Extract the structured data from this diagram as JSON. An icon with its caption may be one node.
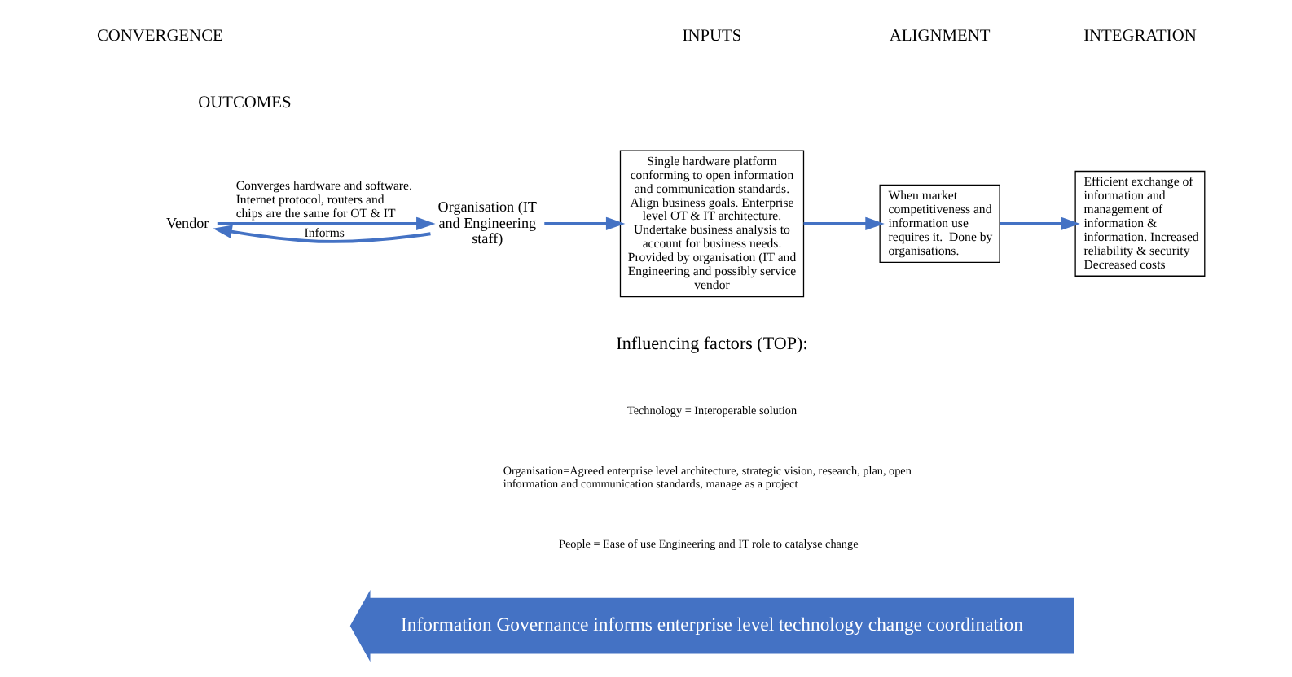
{
  "diagram": {
    "nodes": [
      {
        "text": [
          "Vendor"
        ]
      },
      {
        "text": [
          "Organisation (IT and Engineering staff)"
        ]
      },
      {
        "text": [
          "Single hardware platform conforming to open information and communication standards. Align business goals. Enterprise level OT & IT architecture. Undertake business analysis to account for business needs. Provided by organisation (IT and Engineering and possibly service vendor"
        ]
      },
      {
        "text": [
          "When market competitiveness and information use requires it.  Done by organisations."
        ]
      },
      {
        "text": [
          "Efficient exchange of information and management of information & information. Increased reliability & security Decreased costs"
        ]
      },
      {
        "text": [
          "Information Governance informs enterprise level technology change coordination"
        ]
      }
    ],
    "edges": [
      {
        "from": 1,
        "to": 0,
        "arrow": "to",
        "label": "Informs"
      },
      {
        "from": 0,
        "to": 1,
        "arrow": "to",
        "label": "Converges hardware and software. Internet protocol, routers and chips are the same for OT & IT"
      },
      {
        "from": 1,
        "to": 2,
        "arrow": "to"
      },
      {
        "from": 2,
        "to": 3,
        "arrow": "to"
      },
      {
        "from": 3,
        "to": 4,
        "arrow": "to"
      }
    ],
    "labels": [
      "CONVERGENCE",
      "INPUTS",
      "ALIGNMENT",
      "INTEGRATION",
      "OUTCOMES",
      "Influencing factors (TOP):",
      "Technology = Interoperable solution",
      "Organisation=Agreed enterprise level architecture, strategic vision, research, plan, open information and communication standards, manage as a project",
      "People = Ease of use Engineering and IT role to catalyse change"
    ]
  }
}
